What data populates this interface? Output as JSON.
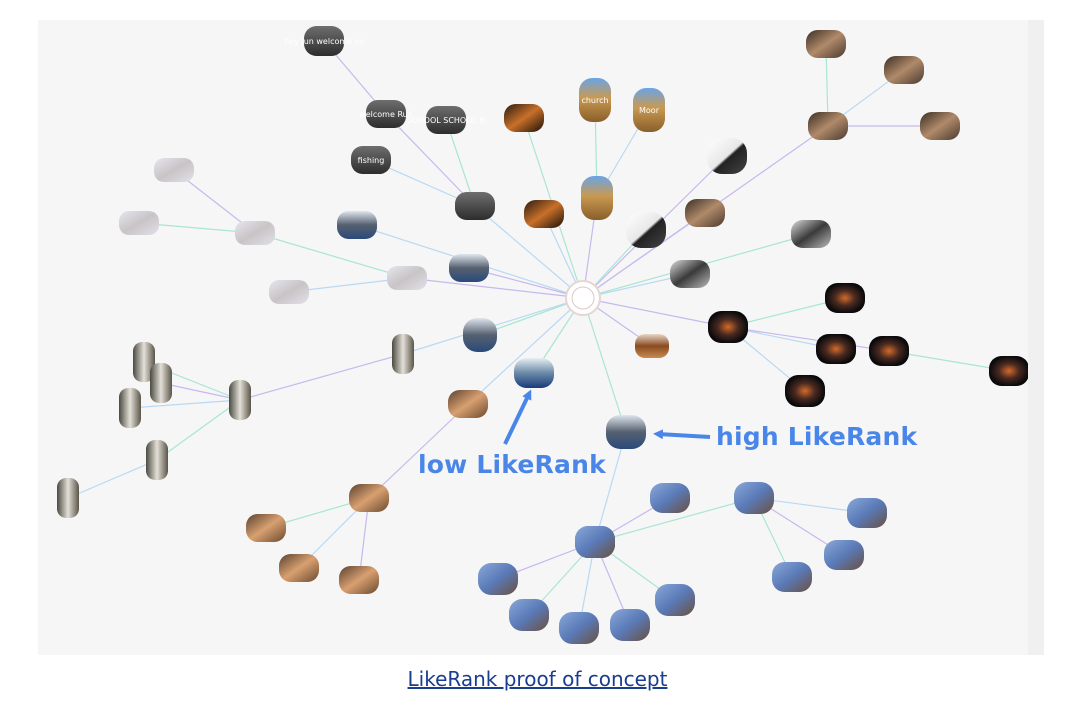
{
  "caption": {
    "text": "LikeRank proof of concept"
  },
  "annotations": {
    "high": "high LikeRank",
    "low": "low LikeRank",
    "color": "#4a86e8"
  },
  "center_node": {
    "id": "root",
    "theme": "center"
  },
  "nodes": [
    {
      "id": "n1",
      "theme": "dark",
      "label": "hey Jun welcome co"
    },
    {
      "id": "n2",
      "theme": "dark",
      "label": "welcome Ruh"
    },
    {
      "id": "n3",
      "theme": "dark",
      "label": "SCHOOL SCHOOL B"
    },
    {
      "id": "n4",
      "theme": "dark",
      "label": "fishing"
    },
    {
      "id": "n5",
      "theme": "dark",
      "label": ""
    },
    {
      "id": "n6",
      "theme": "fire",
      "label": ""
    },
    {
      "id": "n7",
      "theme": "fire",
      "label": ""
    },
    {
      "id": "n8",
      "theme": "church",
      "label": "church"
    },
    {
      "id": "n9",
      "theme": "church",
      "label": "Moor"
    },
    {
      "id": "n10",
      "theme": "church",
      "label": ""
    },
    {
      "id": "n11",
      "theme": "shoe",
      "label": ""
    },
    {
      "id": "n12",
      "theme": "shoe",
      "label": ""
    },
    {
      "id": "n13",
      "theme": "woman",
      "label": ""
    },
    {
      "id": "n14",
      "theme": "woman",
      "label": ""
    },
    {
      "id": "n15",
      "theme": "woman",
      "label": ""
    },
    {
      "id": "n16",
      "theme": "woman",
      "label": ""
    },
    {
      "id": "n17",
      "theme": "woman",
      "label": ""
    },
    {
      "id": "n18",
      "theme": "tech",
      "label": ""
    },
    {
      "id": "n19",
      "theme": "tech",
      "label": ""
    },
    {
      "id": "n20",
      "theme": "space",
      "label": ""
    },
    {
      "id": "n21",
      "theme": "space",
      "label": ""
    },
    {
      "id": "n22",
      "theme": "space",
      "label": ""
    },
    {
      "id": "n23",
      "theme": "space",
      "label": ""
    },
    {
      "id": "n24",
      "theme": "space",
      "label": ""
    },
    {
      "id": "n25",
      "theme": "space",
      "label": ""
    },
    {
      "id": "n26",
      "theme": "faded",
      "label": ""
    },
    {
      "id": "n27",
      "theme": "faded",
      "label": ""
    },
    {
      "id": "n28",
      "theme": "faded",
      "label": ""
    },
    {
      "id": "n29",
      "theme": "faded",
      "label": ""
    },
    {
      "id": "n30",
      "theme": "faded",
      "label": ""
    },
    {
      "id": "n31",
      "theme": "city",
      "label": ""
    },
    {
      "id": "n32",
      "theme": "city",
      "label": ""
    },
    {
      "id": "n33",
      "theme": "city",
      "label": ""
    },
    {
      "id": "n34",
      "theme": "bottle",
      "label": ""
    },
    {
      "id": "n35",
      "theme": "bottle",
      "label": ""
    },
    {
      "id": "n36",
      "theme": "bottle",
      "label": ""
    },
    {
      "id": "n37",
      "theme": "bottle",
      "label": ""
    },
    {
      "id": "n38",
      "theme": "bottle",
      "label": ""
    },
    {
      "id": "n39",
      "theme": "bottle",
      "label": ""
    },
    {
      "id": "n40",
      "theme": "bottle",
      "label": ""
    },
    {
      "id": "n41",
      "theme": "city",
      "label": ""
    },
    {
      "id": "n42",
      "theme": "wood",
      "label": ""
    },
    {
      "id": "n43",
      "theme": "sea",
      "label": ""
    },
    {
      "id": "n44",
      "theme": "cat",
      "label": ""
    },
    {
      "id": "n45",
      "theme": "cat",
      "label": ""
    },
    {
      "id": "n46",
      "theme": "cat",
      "label": ""
    },
    {
      "id": "n47",
      "theme": "cat",
      "label": ""
    },
    {
      "id": "n48",
      "theme": "cat",
      "label": ""
    },
    {
      "id": "n49",
      "theme": "sky",
      "label": ""
    },
    {
      "id": "n50",
      "theme": "sky",
      "label": ""
    },
    {
      "id": "n51",
      "theme": "sky",
      "label": ""
    },
    {
      "id": "n52",
      "theme": "sky",
      "label": ""
    },
    {
      "id": "n53",
      "theme": "sky",
      "label": ""
    },
    {
      "id": "n54",
      "theme": "sky",
      "label": ""
    },
    {
      "id": "n55",
      "theme": "sky",
      "label": ""
    },
    {
      "id": "n56",
      "theme": "sky",
      "label": ""
    },
    {
      "id": "n57",
      "theme": "sky",
      "label": ""
    },
    {
      "id": "n58",
      "theme": "sky",
      "label": ""
    },
    {
      "id": "n59",
      "theme": "sky",
      "label": ""
    },
    {
      "id": "n60",
      "theme": "sky",
      "label": ""
    },
    {
      "id": "n61",
      "theme": "sky",
      "label": ""
    }
  ],
  "edges": [
    [
      "root",
      "n5"
    ],
    [
      "n5",
      "n2"
    ],
    [
      "n5",
      "n3"
    ],
    [
      "n5",
      "n4"
    ],
    [
      "n2",
      "n1"
    ],
    [
      "root",
      "n6"
    ],
    [
      "root",
      "n7"
    ],
    [
      "root",
      "n10"
    ],
    [
      "n10",
      "n8"
    ],
    [
      "n10",
      "n9"
    ],
    [
      "root",
      "n11"
    ],
    [
      "root",
      "n12"
    ],
    [
      "root",
      "n13"
    ],
    [
      "root",
      "n14"
    ],
    [
      "n14",
      "n15"
    ],
    [
      "n14",
      "n16"
    ],
    [
      "n14",
      "n17"
    ],
    [
      "root",
      "n18"
    ],
    [
      "root",
      "n19"
    ],
    [
      "root",
      "n20"
    ],
    [
      "n20",
      "n21"
    ],
    [
      "n20",
      "n22"
    ],
    [
      "n20",
      "n23"
    ],
    [
      "n23",
      "n24"
    ],
    [
      "n20",
      "n25"
    ],
    [
      "root",
      "n29"
    ],
    [
      "n29",
      "n28"
    ],
    [
      "n29",
      "n30"
    ],
    [
      "n28",
      "n26"
    ],
    [
      "n28",
      "n27"
    ],
    [
      "root",
      "n31"
    ],
    [
      "root",
      "n32"
    ],
    [
      "root",
      "n33"
    ],
    [
      "root",
      "n34"
    ],
    [
      "n34",
      "n35"
    ],
    [
      "n35",
      "n36"
    ],
    [
      "n35",
      "n37"
    ],
    [
      "n35",
      "n38"
    ],
    [
      "n35",
      "n39"
    ],
    [
      "n39",
      "n40"
    ],
    [
      "root",
      "n42"
    ],
    [
      "root",
      "n43"
    ],
    [
      "root",
      "n44"
    ],
    [
      "n44",
      "n45"
    ],
    [
      "n45",
      "n46"
    ],
    [
      "n45",
      "n47"
    ],
    [
      "n45",
      "n48"
    ],
    [
      "root",
      "n41"
    ],
    [
      "n41",
      "n49"
    ],
    [
      "n49",
      "n50"
    ],
    [
      "n49",
      "n51"
    ],
    [
      "n51",
      "n52"
    ],
    [
      "n51",
      "n53"
    ],
    [
      "n51",
      "n54"
    ],
    [
      "n49",
      "n55"
    ],
    [
      "n55",
      "n56"
    ],
    [
      "n55",
      "n57"
    ],
    [
      "n55",
      "n58"
    ],
    [
      "n55",
      "n59"
    ],
    [
      "n55",
      "n60"
    ],
    [
      "n55",
      "n61"
    ]
  ]
}
